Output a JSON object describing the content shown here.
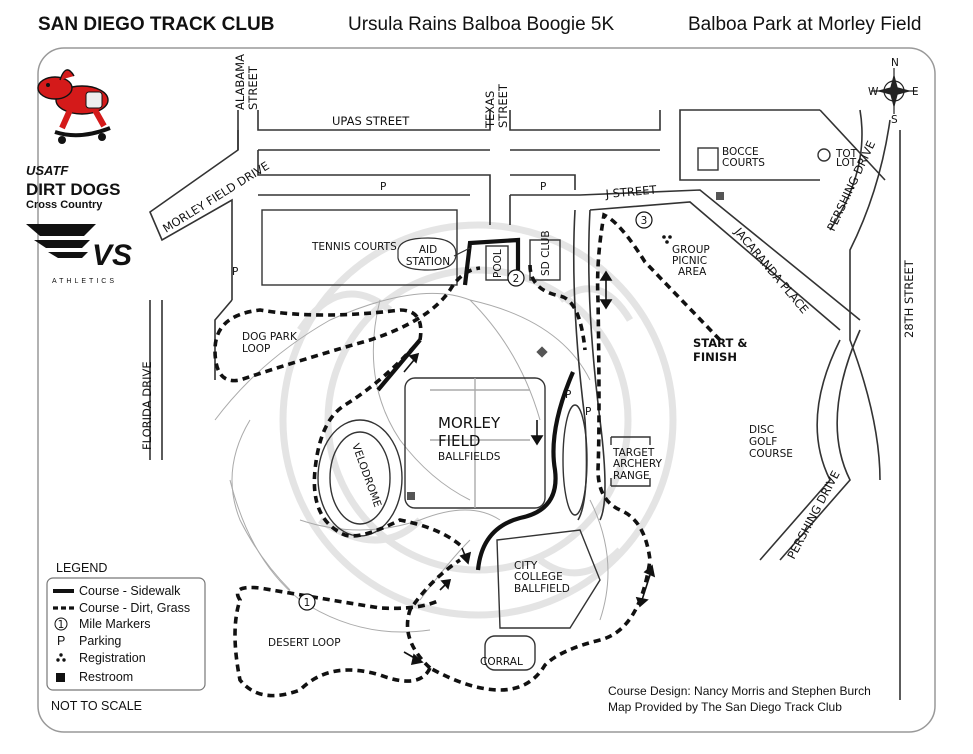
{
  "header": {
    "club": "SAN DIEGO TRACK CLUB",
    "race": "Ursula Rains Balboa Boogie 5K",
    "location": "Balboa Park at Morley Field"
  },
  "logos": {
    "usatf": "USATF",
    "dirt_dogs": "DIRT DOGS",
    "cross_country": "Cross Country",
    "vs": "VS",
    "athletics": "ATHLETICS"
  },
  "compass": {
    "n": "N",
    "s": "S",
    "e": "E",
    "w": "W"
  },
  "streets": {
    "alabama_1": "ALABAMA",
    "alabama_2": "STREET",
    "texas_1": "TEXAS",
    "texas_2": "STREET",
    "upas": "UPAS STREET",
    "morley_field_drive": "MORLEY FIELD DRIVE",
    "j_street": "J STREET",
    "jacaranda": "JACARANDA PLACE",
    "pershing_top": "PERSHING DRIVE",
    "pershing_bottom": "PERSHING DRIVE",
    "twenty_eighth": "28TH STREET",
    "florida": "FLORIDA DRIVE"
  },
  "places": {
    "bocce_1": "BOCCE",
    "bocce_2": "COURTS",
    "tot_1": "TOT",
    "tot_2": "LOT",
    "tennis": "TENNIS COURTS",
    "aid_1": "AID",
    "aid_2": "STATION",
    "pool": "POOL",
    "sd_club": "SD CLUB",
    "picnic_1": "GROUP",
    "picnic_2": "PICNIC",
    "picnic_3": "AREA",
    "dog_park_1": "DOG PARK",
    "dog_park_2": "LOOP",
    "start_1": "START &",
    "start_2": "FINISH",
    "morley_1": "MORLEY",
    "morley_2": "FIELD",
    "ballfields": "BALLFIELDS",
    "velodrome": "VELODROME",
    "archery_1": "TARGET",
    "archery_2": "ARCHERY",
    "archery_3": "RANGE",
    "disc_1": "DISC",
    "disc_2": "GOLF",
    "disc_3": "COURSE",
    "city_1": "CITY",
    "city_2": "COLLEGE",
    "city_3": "BALLFIELD",
    "desert": "DESERT LOOP",
    "corral": "CORRAL",
    "parking": "P"
  },
  "mile_markers": [
    "1",
    "2",
    "3"
  ],
  "legend": {
    "title": "LEGEND",
    "items": [
      "Course - Sidewalk",
      "Course - Dirt, Grass",
      "Mile Markers",
      "Parking",
      "Registration",
      "Restroom"
    ],
    "mile_symbol": "1",
    "parking_symbol": "P"
  },
  "footer": {
    "scale_note": "NOT TO SCALE",
    "credit_1": "Course Design: Nancy Morris and Stephen Burch",
    "credit_2": "Map Provided by The San Diego Track Club"
  }
}
